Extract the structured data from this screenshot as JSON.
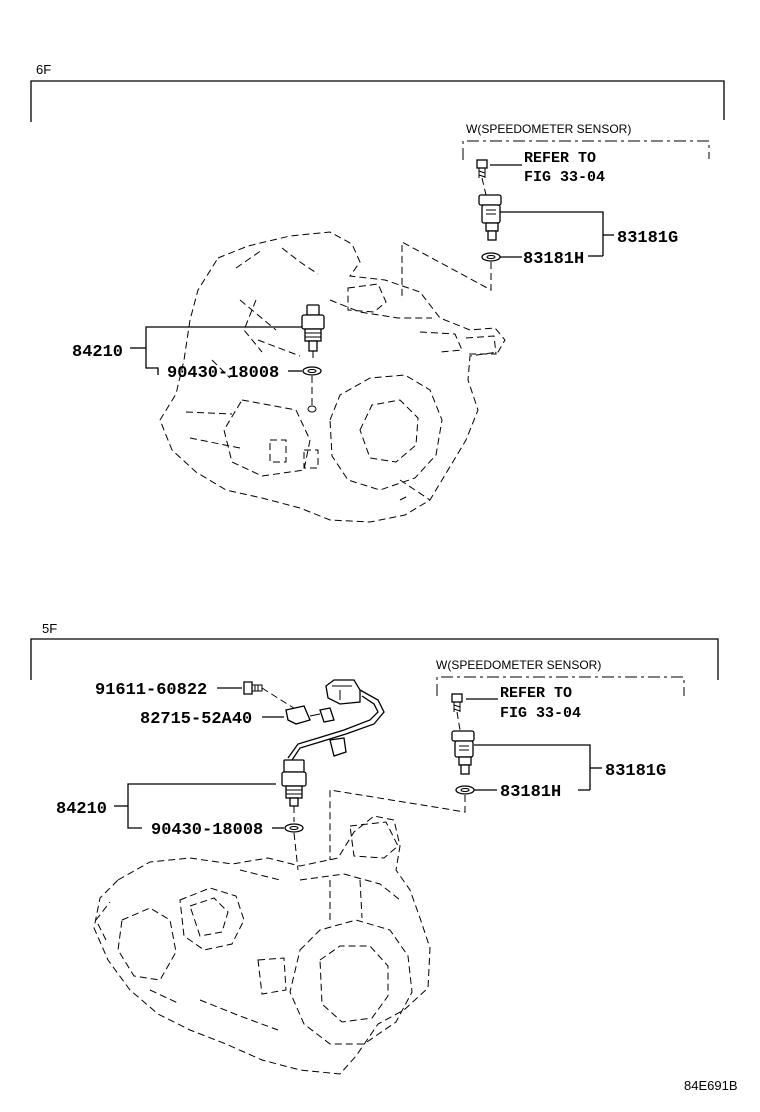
{
  "sections": {
    "six_f": {
      "label": "6F",
      "variant_label": "W(SPEEDOMETER SENSOR)",
      "refer_line1": "REFER TO",
      "refer_line2": "FIG 33-04",
      "parts": {
        "speed_sensor": "83181G",
        "speed_sensor_oring": "83181H",
        "backup_switch": "84210",
        "gasket": "90430-18008"
      }
    },
    "five_f": {
      "label": "5F",
      "variant_label": "W(SPEEDOMETER SENSOR)",
      "refer_line1": "REFER TO",
      "refer_line2": "FIG 33-04",
      "parts": {
        "bolt": "91611-60822",
        "clamp": "82715-52A40",
        "backup_switch": "84210",
        "gasket": "90430-18008",
        "speed_sensor": "83181G",
        "speed_sensor_oring": "83181H"
      }
    }
  },
  "diagram_code": "84E691B"
}
